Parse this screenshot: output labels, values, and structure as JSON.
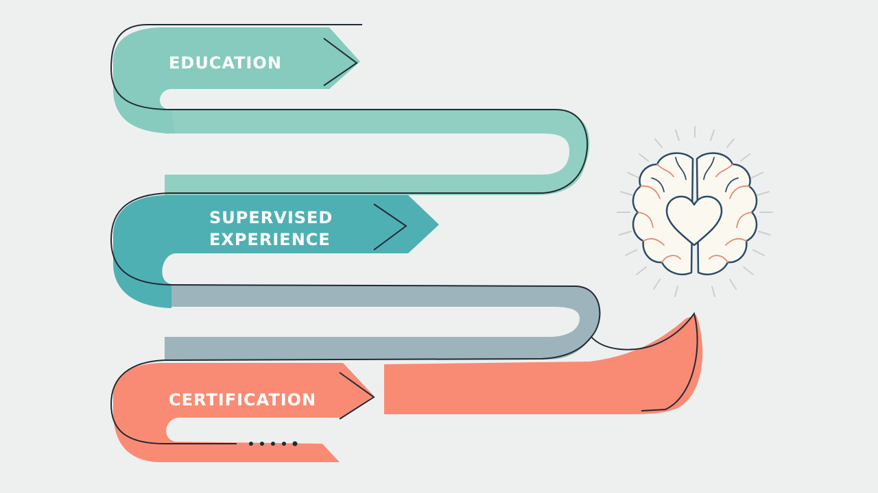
{
  "steps": [
    {
      "label_lines": [
        "EDUCATION"
      ],
      "color": "#86cbbd"
    },
    {
      "label_lines": [
        "SUPERVISED",
        "EXPERIENCE"
      ],
      "color": "#4fb0b3"
    },
    {
      "label_lines": [
        "CERTIFICATION"
      ],
      "color": "#f98b74"
    }
  ],
  "colors": {
    "background": "#eef0f0",
    "outline": "#1e2a33",
    "connector": "#8fa9b4",
    "brain_outline": "#2b4a66",
    "brain_inner": "#e08a70",
    "rays": "#c9ced1"
  },
  "icons": [
    "brain-heart-icon",
    "chevron-right-icon",
    "dots-icon"
  ]
}
